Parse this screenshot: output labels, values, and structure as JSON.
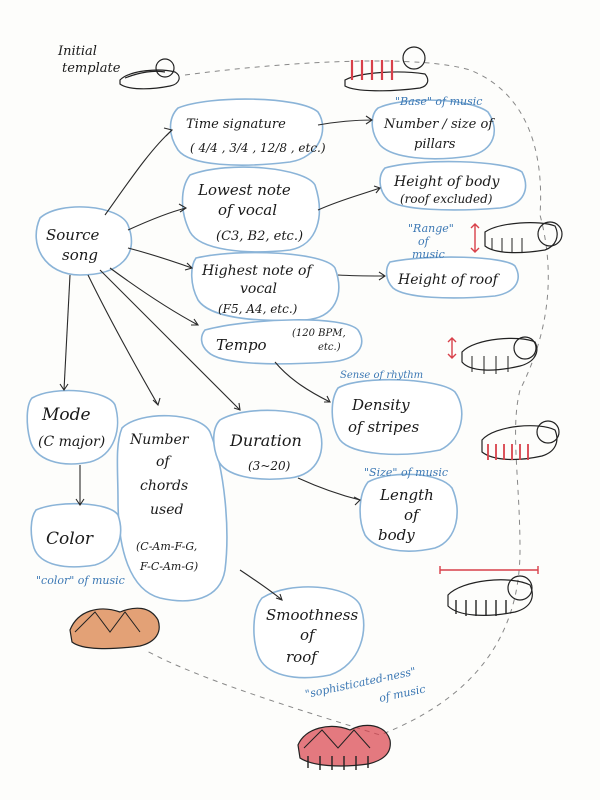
{
  "title_note": [
    "Initial",
    "template"
  ],
  "source": [
    "Source",
    "song"
  ],
  "time_signature": [
    "Time signature",
    "( 4/4 , 3/4 , 12/8 , etc.)"
  ],
  "lowest_note": [
    "Lowest note",
    "of vocal",
    "(C3, B2, etc.)"
  ],
  "highest_note": [
    "Highest note of",
    "vocal",
    "(F5, A4, etc.)"
  ],
  "tempo": [
    "Tempo",
    "(120 BPM,",
    "etc.)"
  ],
  "mode": [
    "Mode",
    "(C major)"
  ],
  "chords": [
    "Number",
    "of",
    "chords",
    "used",
    "(C-Am-F-G,",
    "F-C-Am-G)"
  ],
  "duration": [
    "Duration",
    "(3~20)"
  ],
  "pillars": [
    "Number / size of",
    "pillars"
  ],
  "body_height": [
    "Height of body",
    "(roof excluded)"
  ],
  "roof_height": [
    "Height of roof"
  ],
  "stripes": [
    "Density",
    "of stripes"
  ],
  "length": [
    "Length",
    "of",
    "body"
  ],
  "color_box": [
    "Color"
  ],
  "smoothness": [
    "Smoothness",
    "of",
    "roof"
  ],
  "notes": {
    "base": "\"Base\" of music",
    "range": [
      "\"Range\"",
      "of",
      "music"
    ],
    "rhythm": "Sense of rhythm",
    "size": "\"Size\" of music",
    "color": "\"color\" of music",
    "sophisticated": [
      "\"sophisticated-ness\"",
      "of music"
    ]
  },
  "colors": {
    "ink": "#1a1a1a",
    "blob_stroke": "#8bb4d8",
    "note_blue": "#3c78b4",
    "accent_red": "#d8404a",
    "accent_orange": "#d9824a"
  }
}
